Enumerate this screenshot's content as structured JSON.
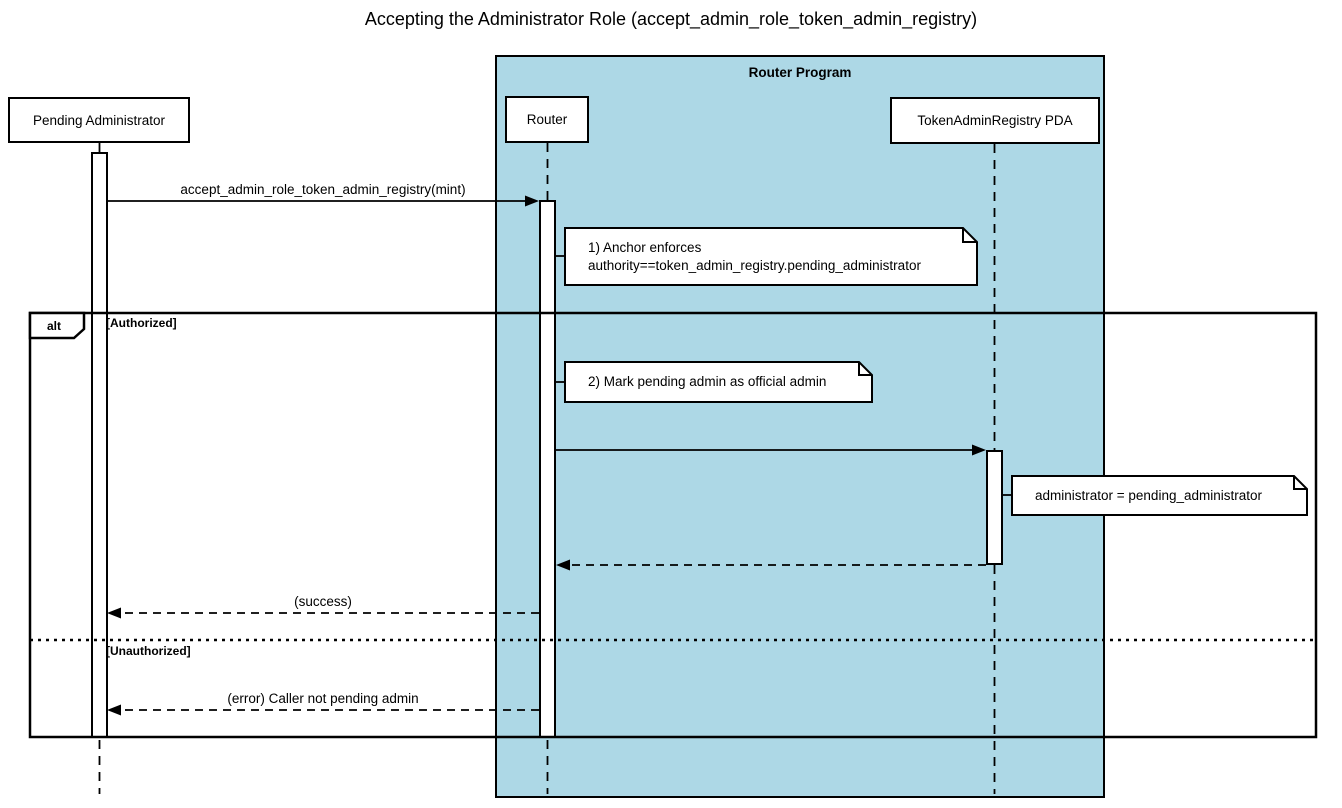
{
  "diagram": {
    "title": "Accepting the Administrator Role (accept_admin_role_token_admin_registry)",
    "type": "uml-sequence-diagram"
  },
  "container": {
    "label": "Router Program",
    "fill_color": "#ADD8E6",
    "border_color": "#000000"
  },
  "participants": [
    {
      "label": "Pending Administrator"
    },
    {
      "label": "Router"
    },
    {
      "label": "TokenAdminRegistry PDA"
    }
  ],
  "frame": {
    "operator": "alt",
    "guard_authorized": "[Authorized]",
    "guard_unauthorized": "[Unauthorized]"
  },
  "messages": {
    "call": "accept_admin_role_token_admin_registry(mint)",
    "success": "(success)",
    "error": "(error) Caller not pending admin"
  },
  "notes": {
    "anchor_line1": "1) Anchor enforces",
    "anchor_line2": "authority==token_admin_registry.pending_administrator",
    "mark_admin": "2) Mark pending admin as official admin",
    "assign": "administrator = pending_administrator"
  }
}
